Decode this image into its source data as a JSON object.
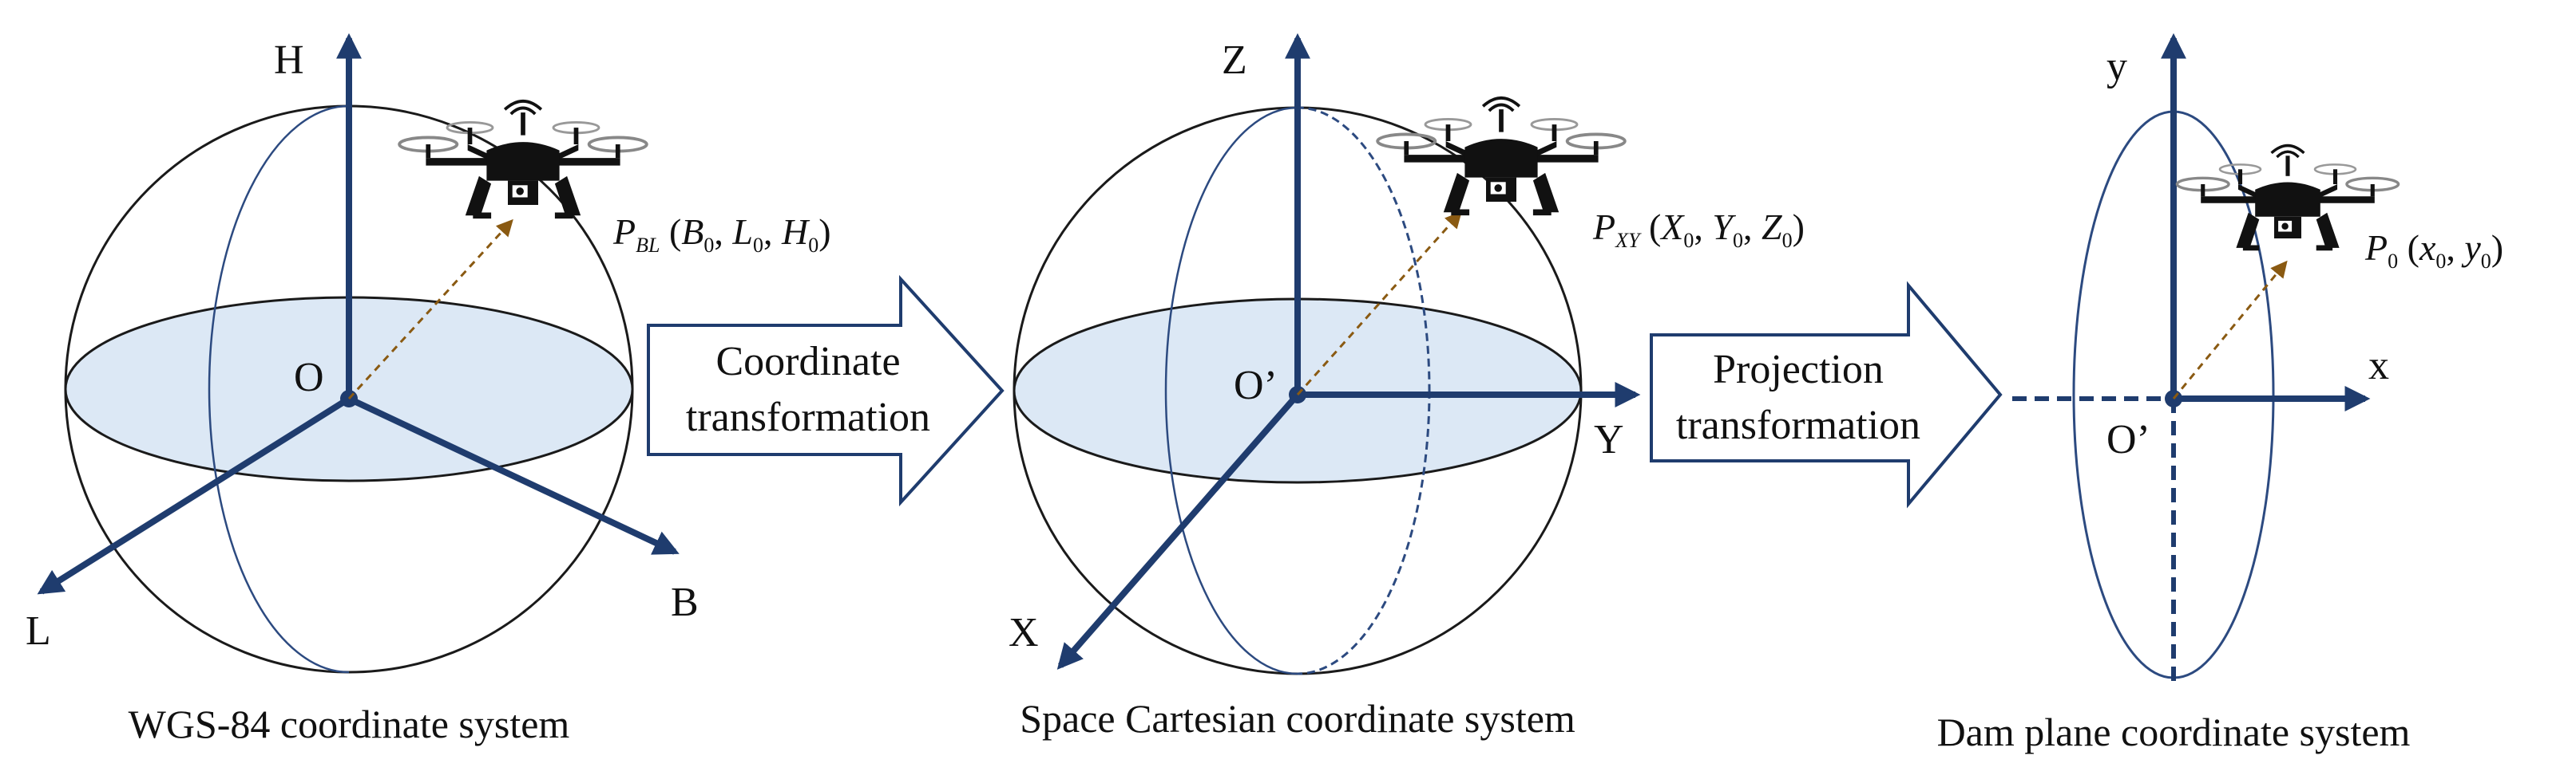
{
  "colors": {
    "axis": "#1f3c6e",
    "plane_fill": "#dce8f5",
    "outline": "#1a1a1a",
    "meridian": "#2c4a80",
    "vector": "#8a5a12"
  },
  "panels": {
    "wgs84": {
      "axes": {
        "h": "H",
        "l": "L",
        "b": "B"
      },
      "origin": "O",
      "point": {
        "symbol": "P",
        "subscript": "BL",
        "open": " (",
        "c1": "B",
        "s1": "0",
        "sep1": ", ",
        "c2": "L",
        "s2": "0",
        "sep2": ", ",
        "c3": "H",
        "s3": "0",
        "close": ")"
      },
      "caption": "WGS-84 coordinate system"
    },
    "cartesian": {
      "axes": {
        "z": "Z",
        "y": "Y",
        "x": "X"
      },
      "origin": "O’",
      "point": {
        "symbol": "P",
        "subscript": "XY",
        "open": " (",
        "c1": "X",
        "s1": "0",
        "sep1": ", ",
        "c2": "Y",
        "s2": "0",
        "sep2": ", ",
        "c3": "Z",
        "s3": "0",
        "close": ")"
      },
      "caption": "Space Cartesian coordinate system"
    },
    "dam": {
      "axes": {
        "y": "y",
        "x": "x"
      },
      "origin": "O’",
      "point": {
        "symbol": "P",
        "subscript": "0",
        "open": " (",
        "c1": "x",
        "s1": "0",
        "sep1": ", ",
        "c2": "y",
        "s2": "0",
        "close": ")"
      },
      "caption": "Dam plane coordinate system"
    }
  },
  "transforms": {
    "first": {
      "line1": "Coordinate",
      "line2": "transformation"
    },
    "second": {
      "line1": "Projection",
      "line2": "transformation"
    }
  },
  "icons": {
    "drone": "drone-camera-icon"
  }
}
